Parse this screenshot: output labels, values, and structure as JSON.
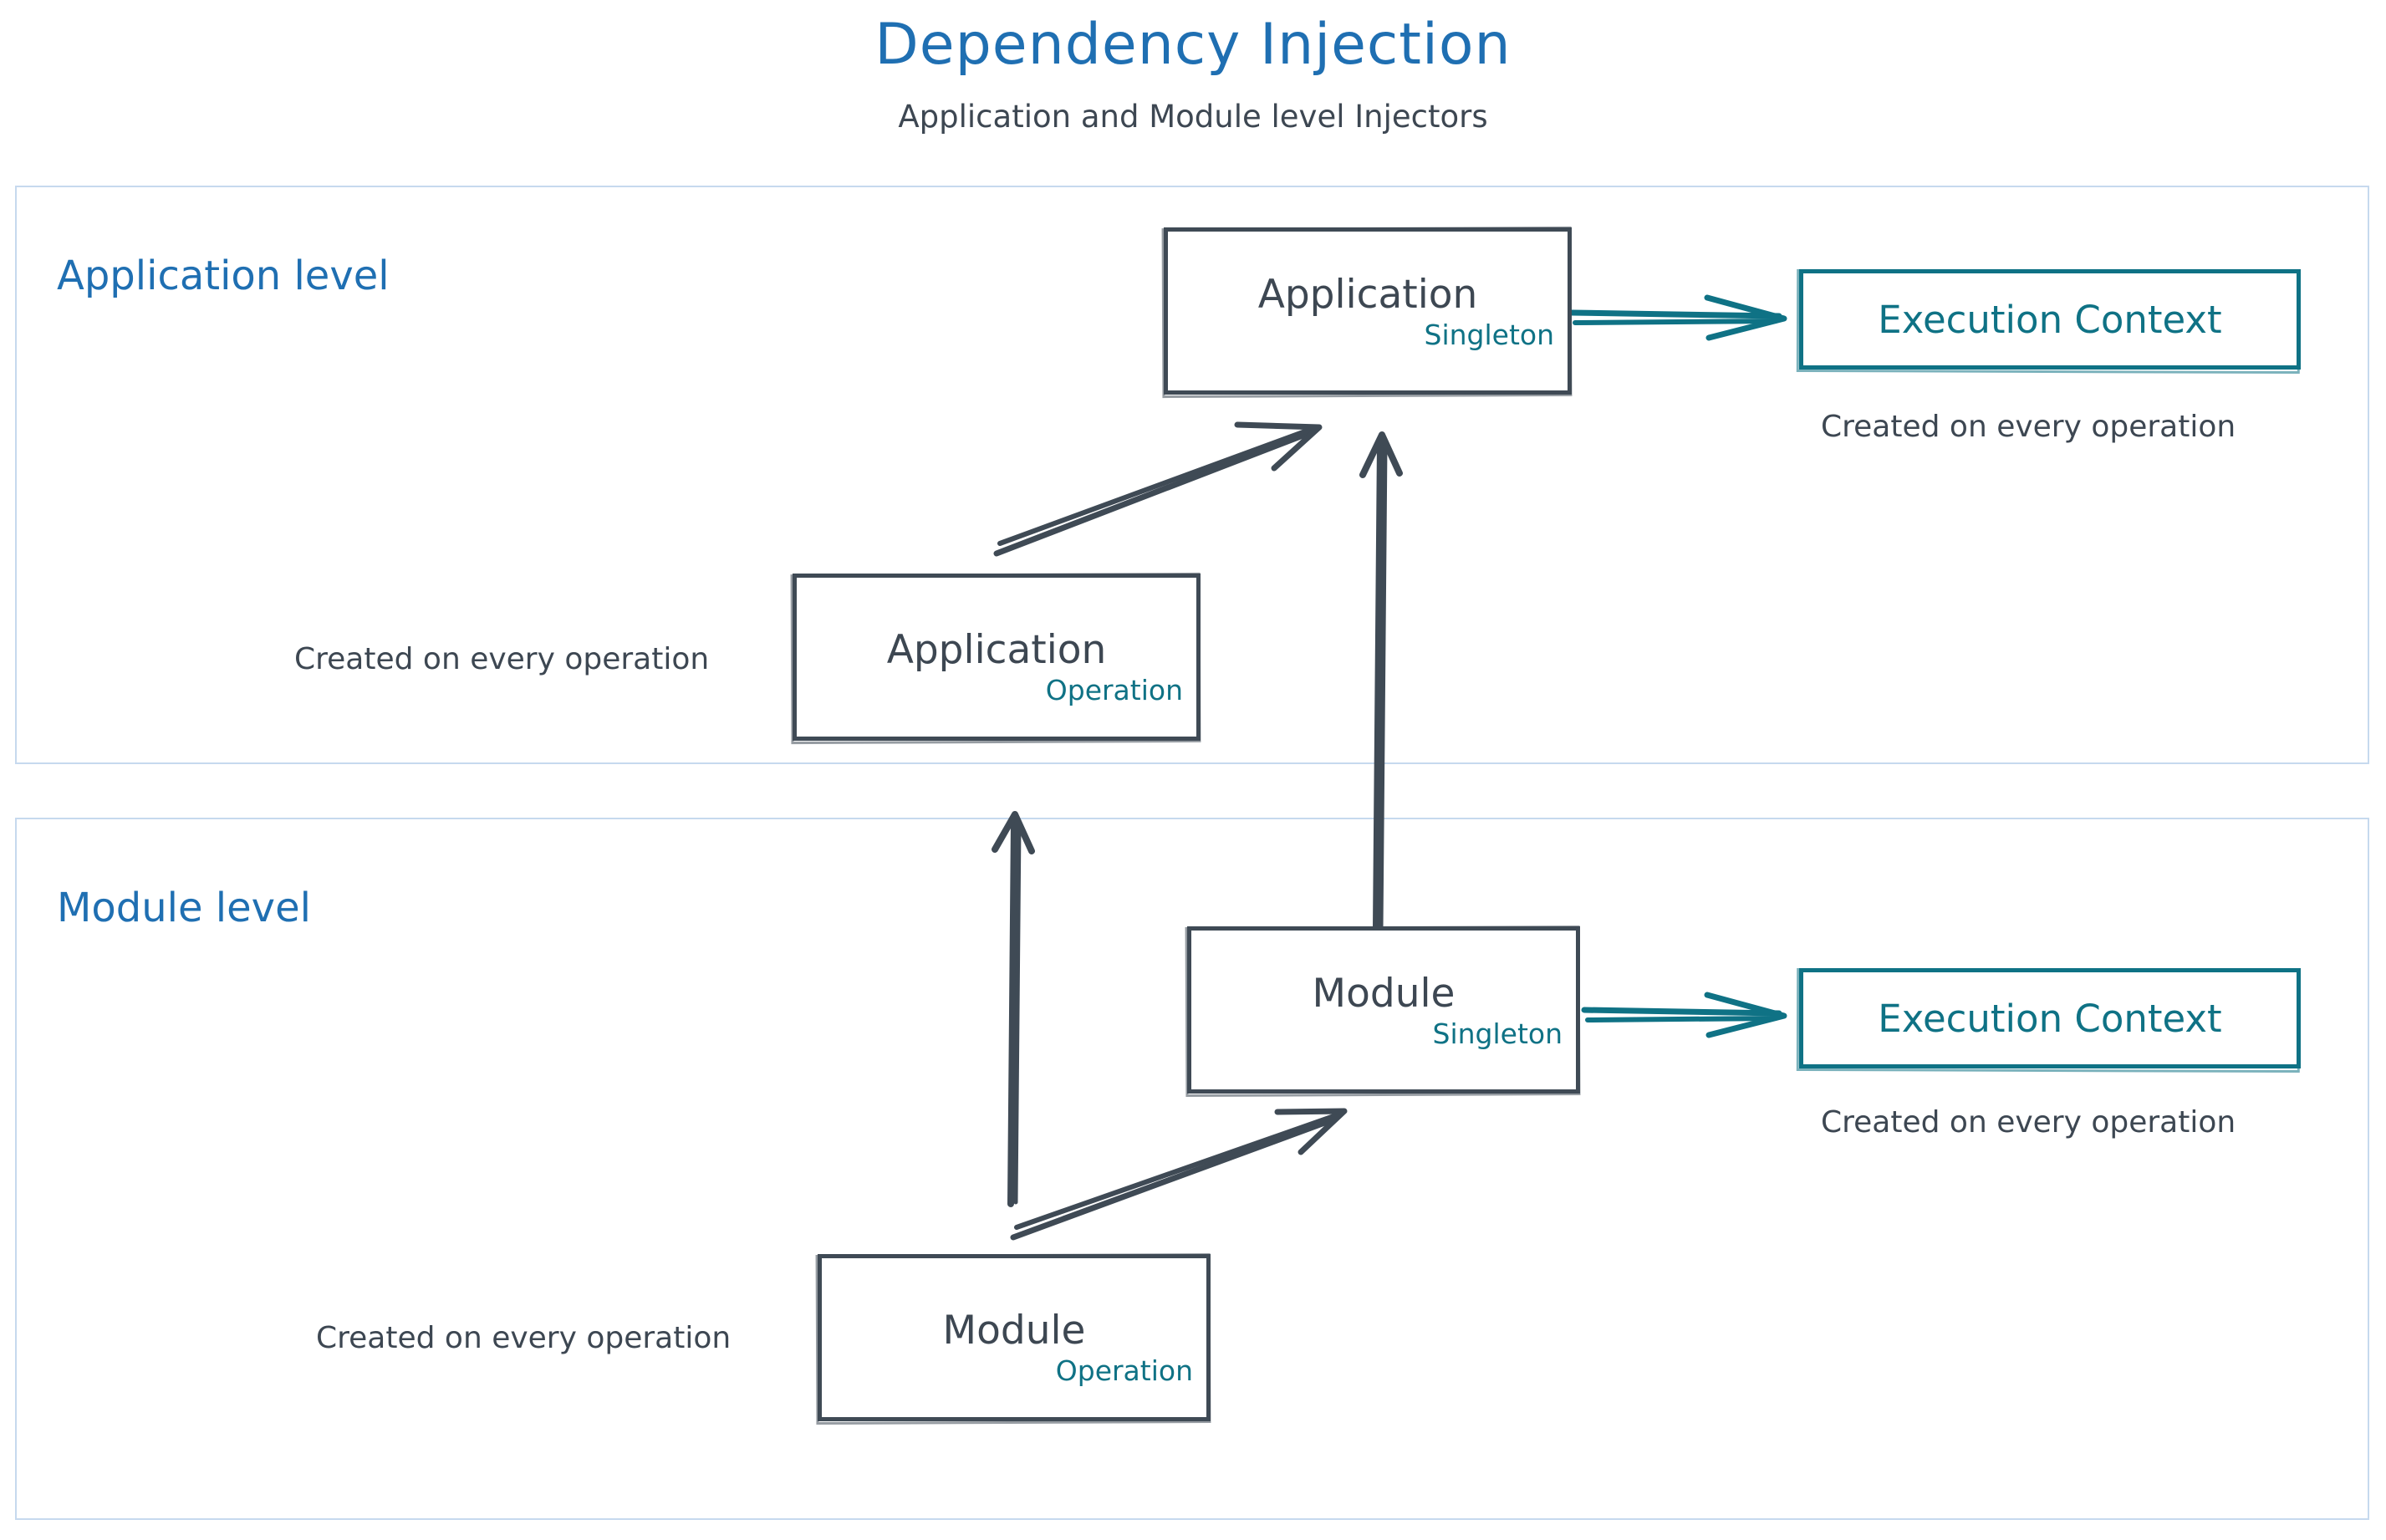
{
  "header": {
    "title": "Dependency Injection",
    "subtitle": "Application and Module level Injectors",
    "title_color": "#1f6fb2",
    "subtitle_color": "#3d4752"
  },
  "colors": {
    "lane_border": "#c6d9ee",
    "lane_label": "#1f6fb2",
    "node_border": "#3f4a55",
    "node_text": "#3d4752",
    "scope_text": "#0f7285",
    "context_border": "#0f7285",
    "arrow_dark": "#3f4a55",
    "arrow_teal": "#0f7285",
    "background": "#ffffff"
  },
  "lanes": [
    {
      "id": "application-level",
      "label": "Application level",
      "nodes": [
        {
          "id": "application-singleton",
          "title": "Application",
          "scope": "Singleton"
        },
        {
          "id": "application-operation",
          "title": "Application",
          "scope": "Operation"
        }
      ],
      "contexts": [
        {
          "id": "application-execution-context",
          "label": "Execution Context",
          "caption": "Created on every operation"
        }
      ],
      "notes": [
        {
          "id": "application-operation-note",
          "text": "Created on every operation"
        }
      ]
    },
    {
      "id": "module-level",
      "label": "Module level",
      "nodes": [
        {
          "id": "module-singleton",
          "title": "Module",
          "scope": "Singleton"
        },
        {
          "id": "module-operation",
          "title": "Module",
          "scope": "Operation"
        }
      ],
      "contexts": [
        {
          "id": "module-execution-context",
          "label": "Execution Context",
          "caption": "Created on every operation"
        }
      ],
      "notes": [
        {
          "id": "module-operation-note",
          "text": "Created on every operation"
        }
      ]
    }
  ],
  "edges": [
    {
      "id": "edge-app-operation-to-app-singleton",
      "from": "application-operation",
      "to": "application-singleton",
      "style": "sketch-dark"
    },
    {
      "id": "edge-app-singleton-to-app-context",
      "from": "application-singleton",
      "to": "application-execution-context",
      "style": "sketch-teal"
    },
    {
      "id": "edge-module-singleton-to-app-singleton",
      "from": "module-singleton",
      "to": "application-singleton",
      "style": "sketch-dark"
    },
    {
      "id": "edge-module-operation-to-app-operation",
      "from": "module-operation",
      "to": "application-operation",
      "style": "sketch-dark"
    },
    {
      "id": "edge-module-operation-to-module-singleton",
      "from": "module-operation",
      "to": "module-singleton",
      "style": "sketch-dark"
    },
    {
      "id": "edge-module-singleton-to-module-context",
      "from": "module-singleton",
      "to": "module-execution-context",
      "style": "sketch-teal"
    }
  ]
}
